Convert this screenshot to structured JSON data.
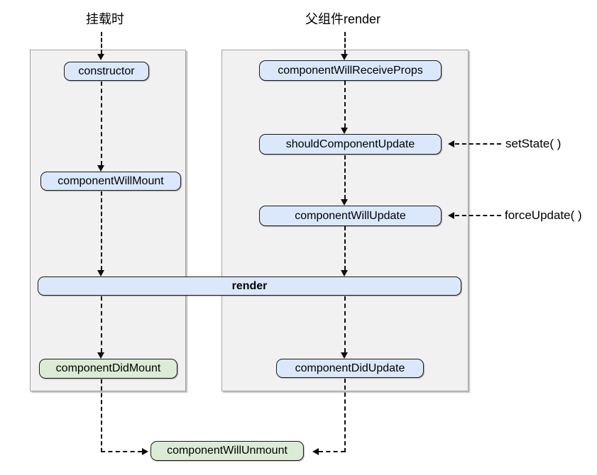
{
  "diagram": {
    "title_mount": "挂载时",
    "title_parent_render": "父组件render",
    "nodes": {
      "constructor": "constructor",
      "componentWillMount": "componentWillMount",
      "componentWillReceiveProps": "componentWillReceiveProps",
      "shouldComponentUpdate": "shouldComponentUpdate",
      "componentWillUpdate": "componentWillUpdate",
      "render": "render",
      "componentDidMount": "componentDidMount",
      "componentDidUpdate": "componentDidUpdate",
      "componentWillUnmount": "componentWillUnmount"
    },
    "annotations": {
      "setState": "setState( )",
      "forceUpdate": "forceUpdate( )"
    },
    "colors": {
      "node_blue": "#dbe8fc",
      "node_green": "#dcebd6",
      "node_border": "#1a1a1a",
      "panel_fill": "#f1f1f1",
      "panel_border": "#a3a3a3",
      "arrow": "#0d0d0d",
      "text": "#000000"
    }
  }
}
